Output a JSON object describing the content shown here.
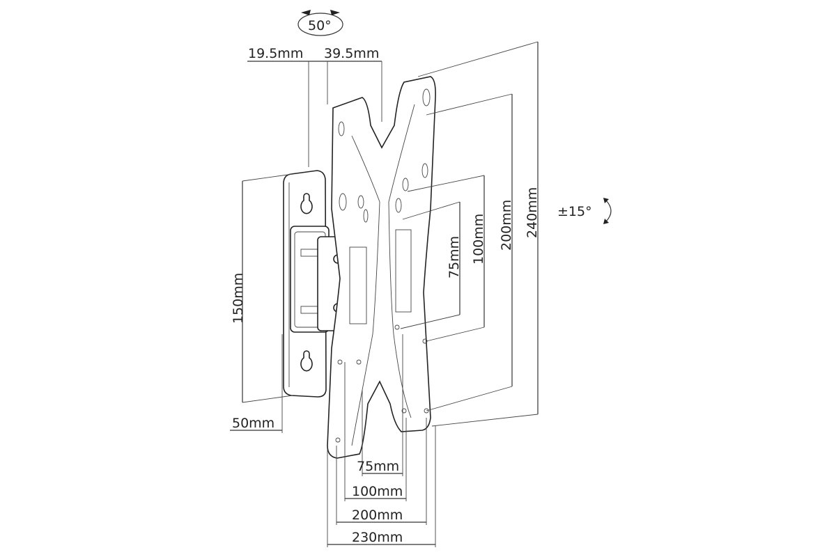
{
  "diagram": {
    "swivel_angle": "50°",
    "tilt_angle": "±15°",
    "offsets": {
      "left": "19.5mm",
      "right": "39.5mm"
    },
    "wall_plate": {
      "height": "150mm",
      "width": "50mm"
    },
    "vesa_vertical": [
      "75mm",
      "100mm",
      "200mm",
      "240mm"
    ],
    "vesa_horizontal": [
      "75mm",
      "100mm",
      "200mm",
      "230mm"
    ]
  }
}
